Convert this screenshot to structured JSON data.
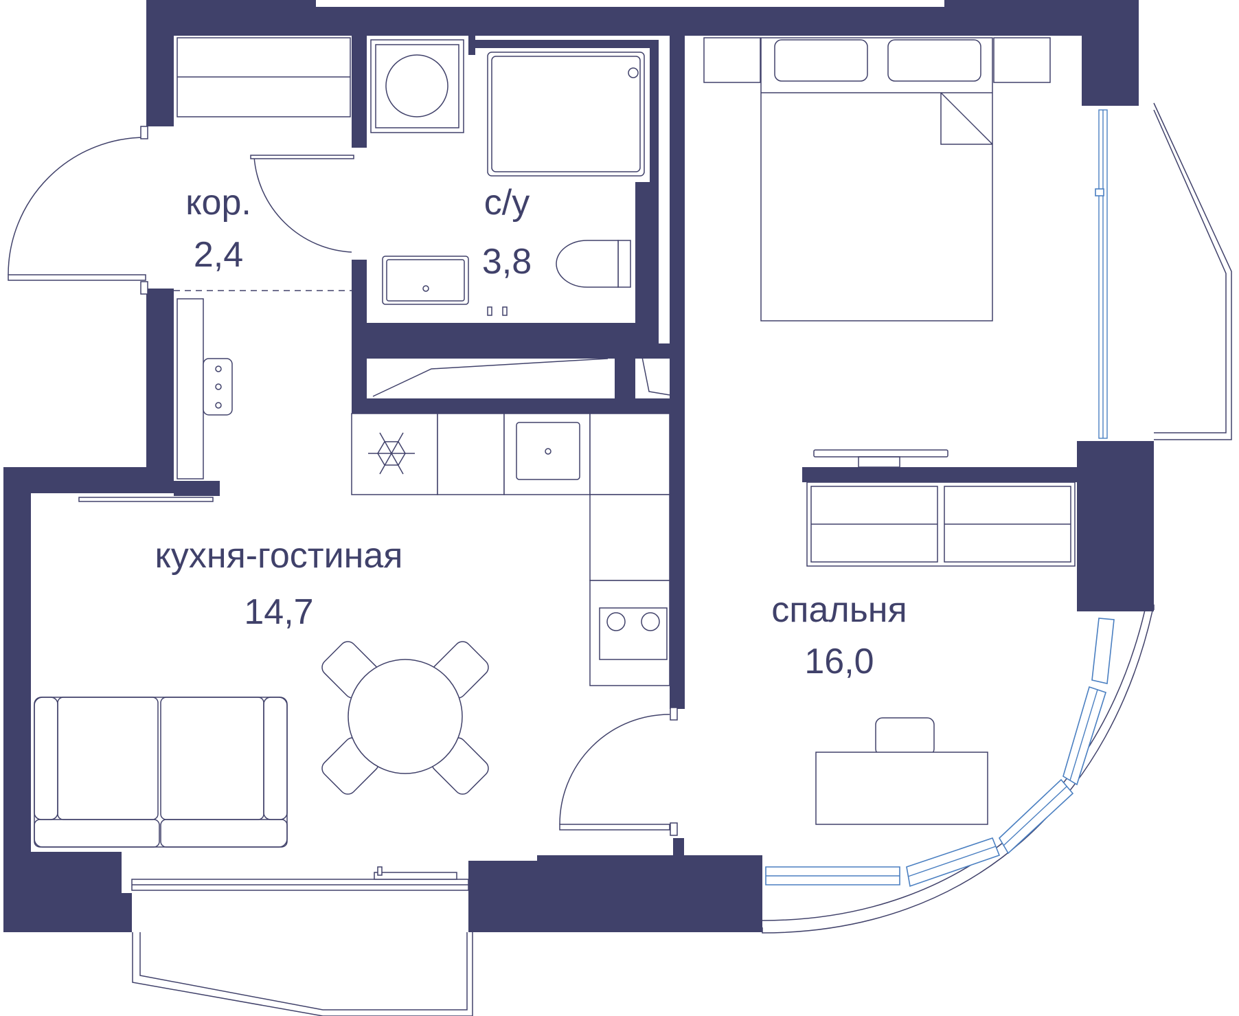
{
  "rooms": [
    {
      "key": "corridor",
      "name": "кор.",
      "area": "2,4"
    },
    {
      "key": "bathroom",
      "name": "с/у",
      "area": "3,8"
    },
    {
      "key": "kitchen_living",
      "name": "кухня-гостиная",
      "area": "14,7"
    },
    {
      "key": "bedroom",
      "name": "спальня",
      "area": "16,0"
    }
  ],
  "colors": {
    "wall": "#40416a",
    "window": "#4a7fc1",
    "background": "#ffffff"
  }
}
